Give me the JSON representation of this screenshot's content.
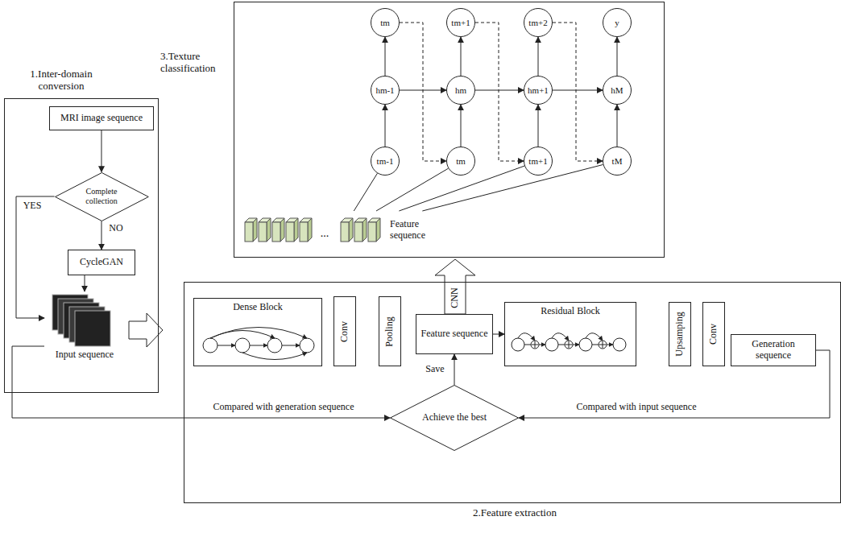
{
  "diagram": {
    "nodes": [
      {
        "text": [
          "1.Inter-domain conversion"
        ]
      },
      {
        "text": [
          "MRI image sequence"
        ],
        "in": 0
      },
      {
        "text": [
          "Complete collection"
        ],
        "in": 0
      },
      {
        "text": [
          "CycleGAN"
        ],
        "in": 0
      },
      {
        "text": [
          "Input sequence"
        ],
        "in": 0
      },
      {
        "text": [
          "3.Texture classification"
        ]
      },
      {
        "text": [
          "tm"
        ],
        "in": 5
      },
      {
        "text": [
          "tm+1"
        ],
        "in": 5
      },
      {
        "text": [
          "tm+2"
        ],
        "in": 5
      },
      {
        "text": [
          "y"
        ],
        "in": 5
      },
      {
        "text": [
          "hm-1"
        ],
        "in": 5
      },
      {
        "text": [
          "hm"
        ],
        "in": 5
      },
      {
        "text": [
          "hm+1"
        ],
        "in": 5
      },
      {
        "text": [
          "hM"
        ],
        "in": 5
      },
      {
        "text": [
          "tm-1"
        ],
        "in": 5
      },
      {
        "text": [
          "tm"
        ],
        "in": 5
      },
      {
        "text": [
          "tm+1"
        ],
        "in": 5
      },
      {
        "text": [
          "tM"
        ],
        "in": 5
      },
      {
        "text": [
          "Feature sequence"
        ],
        "in": 5
      },
      {
        "text": [
          "2.Feature extraction"
        ]
      },
      {
        "text": [
          "Dense Block"
        ],
        "in": 19
      },
      {
        "text": [
          "Conv"
        ],
        "in": 19
      },
      {
        "text": [
          "Pooling"
        ],
        "in": 19
      },
      {
        "text": [
          "Feature sequence"
        ],
        "in": 19
      },
      {
        "text": [
          "Residual Block"
        ],
        "in": 19
      },
      {
        "text": [
          "Upsamping"
        ],
        "in": 19
      },
      {
        "text": [
          "Conv"
        ],
        "in": 19
      },
      {
        "text": [
          "Generation sequence"
        ],
        "in": 19
      },
      {
        "text": [
          "Achieve the best"
        ],
        "in": 19
      }
    ],
    "edges": [
      {
        "from": 1,
        "to": 2,
        "arrow": "to"
      },
      {
        "from": 2,
        "to": 3,
        "label": "NO",
        "arrow": "to"
      },
      {
        "from": 2,
        "to": 4,
        "label": "YES",
        "arrow": "to"
      },
      {
        "from": 3,
        "to": 4,
        "arrow": "to"
      },
      {
        "from": 4,
        "to": 28,
        "label": "Compared with generation sequence",
        "arrow": "to"
      },
      {
        "from": 27,
        "to": 28,
        "label": "Compared with input sequence",
        "arrow": "to"
      },
      {
        "from": 28,
        "to": 23,
        "label": "Save",
        "arrow": "to"
      },
      {
        "from": 23,
        "to": 24,
        "arrow": "to"
      },
      {
        "from": 14,
        "to": 10,
        "arrow": "to"
      },
      {
        "from": 15,
        "to": 11,
        "arrow": "to"
      },
      {
        "from": 16,
        "to": 12,
        "arrow": "to"
      },
      {
        "from": 17,
        "to": 13,
        "arrow": "to"
      },
      {
        "from": 10,
        "to": 6,
        "arrow": "to"
      },
      {
        "from": 11,
        "to": 7,
        "arrow": "to"
      },
      {
        "from": 12,
        "to": 8,
        "arrow": "to"
      },
      {
        "from": 13,
        "to": 9,
        "arrow": "to"
      },
      {
        "from": 10,
        "to": 11,
        "arrow": "to"
      },
      {
        "from": 11,
        "to": 12,
        "arrow": "to"
      },
      {
        "from": 12,
        "to": 13,
        "arrow": "to"
      },
      {
        "from": 6,
        "to": 15,
        "arrow": "to"
      },
      {
        "from": 7,
        "to": 16,
        "arrow": "to"
      },
      {
        "from": 8,
        "to": 17,
        "arrow": "to"
      },
      {
        "from": 18,
        "to": 14,
        "arrow": "none"
      },
      {
        "from": 18,
        "to": 15,
        "arrow": "none"
      },
      {
        "from": 18,
        "to": 16,
        "arrow": "none"
      },
      {
        "from": 18,
        "to": 17,
        "arrow": "none"
      }
    ],
    "labels": [
      "CNN",
      "..."
    ]
  }
}
